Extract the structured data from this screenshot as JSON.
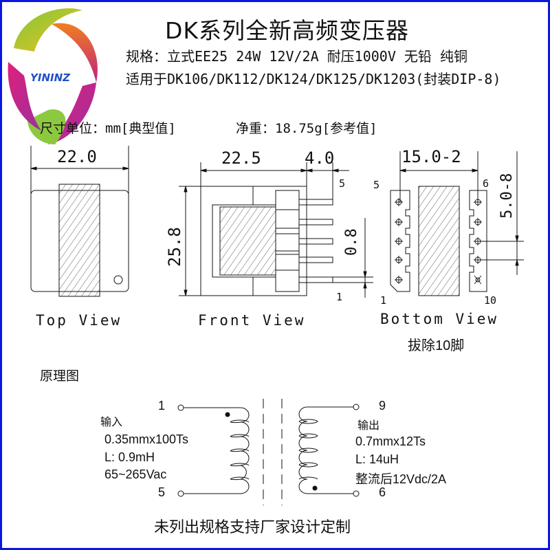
{
  "logo": {
    "text": "YININZ"
  },
  "header": {
    "title": "DK系列全新高频变压器",
    "spec": "规格：立式EE25 24W 12V/2A 耐压1000V 无铅 纯铜",
    "compat": "适用于DK106/DK112/DK124/DK125/DK1203(封装DIP-8)"
  },
  "info": {
    "units": "尺寸单位：mm[典型值]",
    "weight": "净重：18.75g[参考值]"
  },
  "drawings": {
    "top": {
      "label": "Top View",
      "width_dim": "22.0"
    },
    "front": {
      "label": "Front View",
      "width_dim": "22.5",
      "pin_dim": "4.0",
      "pin_len": "5",
      "height_dim": "25.8",
      "pin_thk": "0.8",
      "pin_no": "1"
    },
    "bottom": {
      "label": "Bottom View",
      "span_dim": "15.0-2",
      "pitch_dim": "5.0-8",
      "pin5": "5",
      "pin6": "6",
      "pin1": "1",
      "pin10": "10",
      "note": "拔除10脚"
    }
  },
  "schematic": {
    "heading": "原理图",
    "primary": {
      "pin_top": "1",
      "pin_bottom": "5",
      "label": "输入",
      "wire": "0.35mmx100Ts",
      "inductance": "L: 0.9mH",
      "voltage": "65~265Vac"
    },
    "secondary": {
      "pin_top": "9",
      "pin_bottom": "6",
      "label": "输出",
      "wire": "0.7mmx12Ts",
      "inductance": "L: 14uH",
      "output": "整流后12Vdc/2A"
    }
  },
  "footer": "未列出规格支持厂家设计定制",
  "colors": {
    "border": "#0a16e0"
  }
}
